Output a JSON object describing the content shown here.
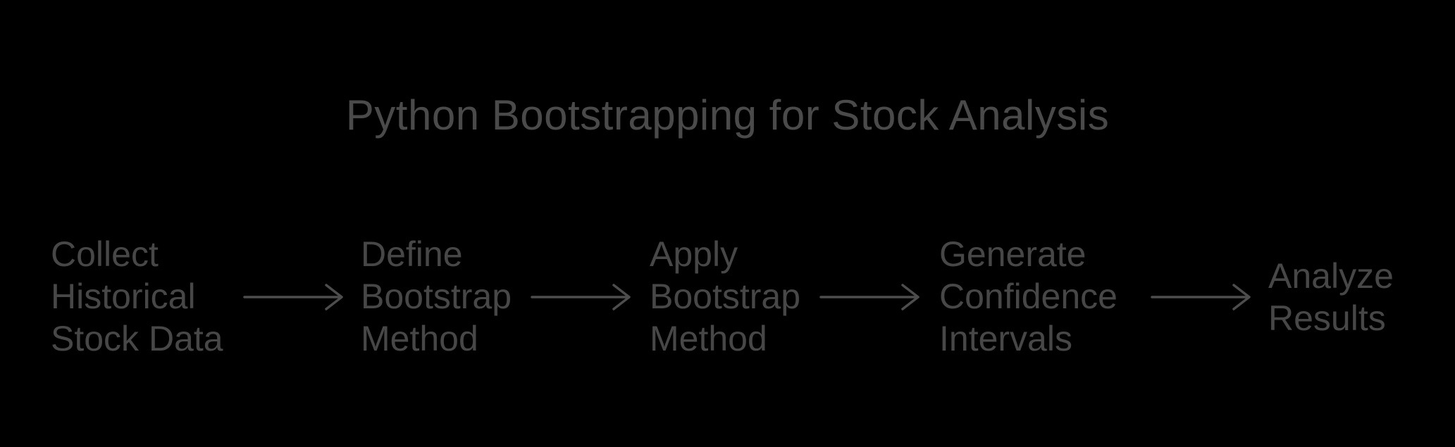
{
  "title": "Python Bootstrapping for Stock Analysis",
  "flow": {
    "direction": "left-to-right",
    "connector": "arrow-right",
    "steps": [
      {
        "label": "Collect Historical Stock Data",
        "lines": [
          "Collect",
          "Historical",
          "Stock Data"
        ]
      },
      {
        "label": "Define Bootstrap Method",
        "lines": [
          "Define",
          "Bootstrap",
          "Method"
        ]
      },
      {
        "label": "Apply Bootstrap Method",
        "lines": [
          "Apply",
          "Bootstrap",
          "Method"
        ]
      },
      {
        "label": "Generate Confidence Intervals",
        "lines": [
          "Generate",
          "Confidence",
          "Intervals"
        ]
      },
      {
        "label": "Analyze Results",
        "lines": [
          "Analyze",
          "Results"
        ]
      }
    ]
  },
  "colors": {
    "background": "#000000",
    "title_text": "#4a4a4a",
    "step_text": "#474747",
    "arrow": "#4d4d4d"
  }
}
